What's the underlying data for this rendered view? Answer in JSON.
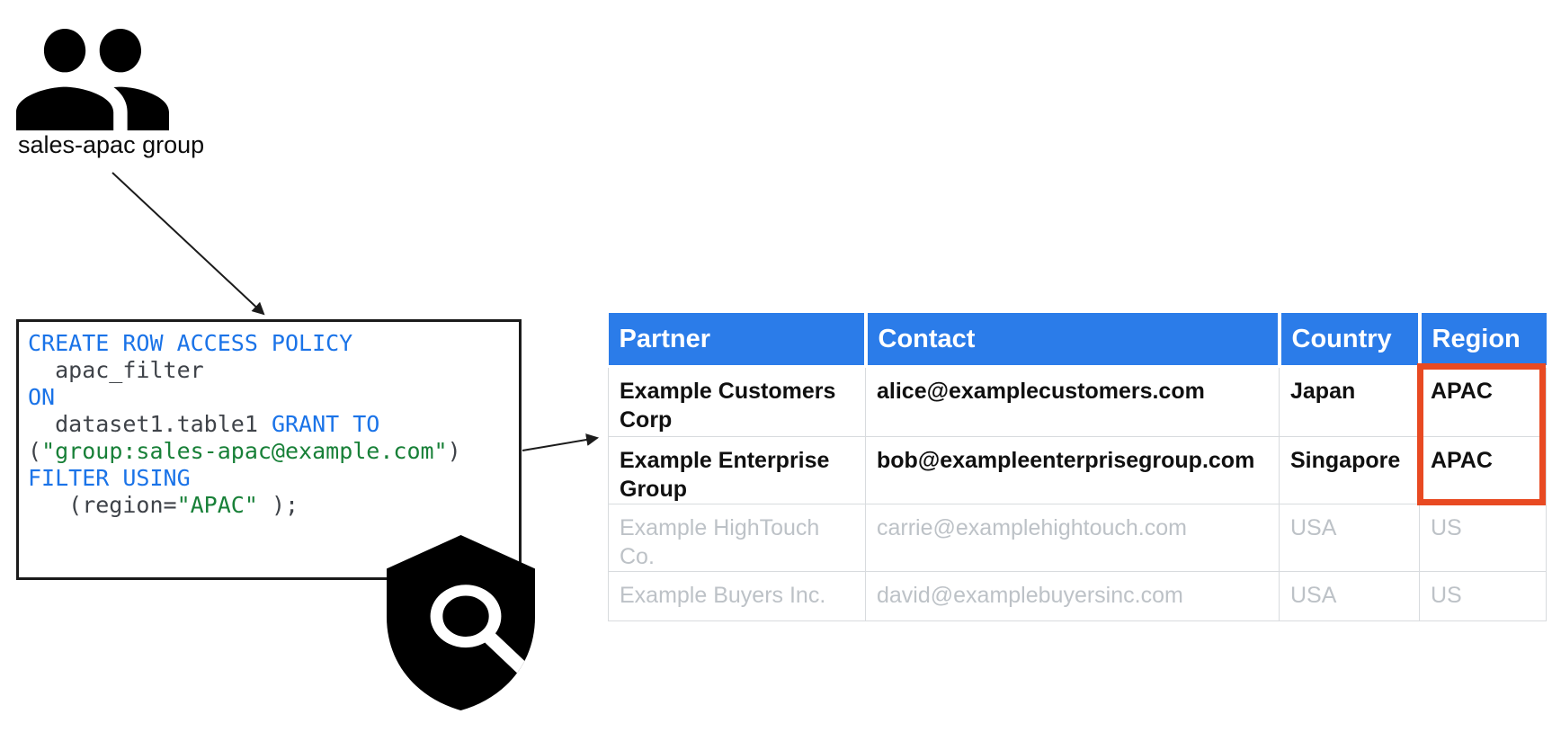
{
  "group": {
    "label": "sales-apac group"
  },
  "icons": {
    "group_icon": "people-icon",
    "shield_icon": "shield-search-icon"
  },
  "code": {
    "lines": [
      {
        "segs": [
          {
            "c": "kw",
            "t": "CREATE ROW ACCESS POLICY"
          }
        ]
      },
      {
        "segs": [
          {
            "c": "plain",
            "t": "  apac_filter"
          }
        ]
      },
      {
        "segs": [
          {
            "c": "kw",
            "t": "ON"
          }
        ]
      },
      {
        "segs": [
          {
            "c": "plain",
            "t": "  dataset1.table1 "
          },
          {
            "c": "kw",
            "t": "GRANT TO"
          }
        ]
      },
      {
        "segs": [
          {
            "c": "plain",
            "t": "("
          },
          {
            "c": "str",
            "t": "\"group:sales-apac@example.com\""
          },
          {
            "c": "plain",
            "t": ")"
          }
        ]
      },
      {
        "segs": [
          {
            "c": "kw",
            "t": "FILTER USING"
          }
        ]
      },
      {
        "segs": [
          {
            "c": "plain",
            "t": "   (region="
          },
          {
            "c": "str",
            "t": "\"APAC\""
          },
          {
            "c": "plain",
            "t": " );"
          }
        ]
      }
    ]
  },
  "table": {
    "headers": [
      "Partner",
      "Contact",
      "Country",
      "Region"
    ],
    "rows": [
      {
        "muted": false,
        "cells": [
          "Example Customers Corp",
          "alice@examplecustomers.com",
          "Japan",
          "APAC"
        ]
      },
      {
        "muted": false,
        "cells": [
          "Example Enterprise Group",
          "bob@exampleenterprisegroup.com",
          "Singapore",
          "APAC"
        ]
      },
      {
        "muted": true,
        "cells": [
          "Example HighTouch Co.",
          "carrie@examplehightouch.com",
          "USA",
          "US"
        ]
      },
      {
        "muted": true,
        "cells": [
          "Example Buyers Inc.",
          "david@examplebuyersinc.com",
          "USA",
          "US"
        ]
      }
    ]
  },
  "colors": {
    "header_blue": "#2b7ce9",
    "keyword_blue": "#1a73e8",
    "string_green": "#188038",
    "code_plain": "#3f4349",
    "muted_text": "#bdc2c7",
    "highlight_red": "#e84a22"
  }
}
